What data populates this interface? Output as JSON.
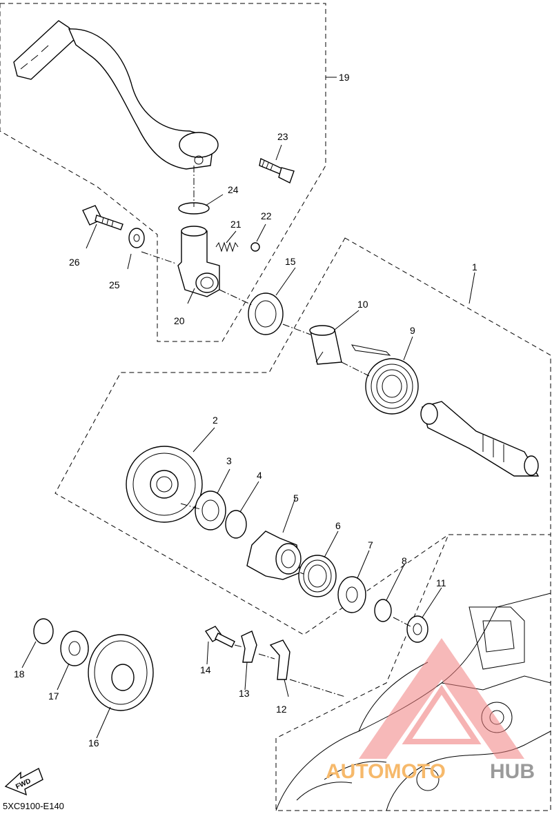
{
  "diagram": {
    "code": "5XC9100-E140",
    "fwd_label": "FWD",
    "callouts": {
      "c1": "1",
      "c2": "2",
      "c3": "3",
      "c4": "4",
      "c5": "5",
      "c6": "6",
      "c7": "7",
      "c8": "8",
      "c9": "9",
      "c10": "10",
      "c11": "11",
      "c12": "12",
      "c13": "13",
      "c14": "14",
      "c15": "15",
      "c16": "16",
      "c17": "17",
      "c18": "18",
      "c19": "19",
      "c20": "20",
      "c21": "21",
      "c22": "22",
      "c23": "23",
      "c24": "24",
      "c25": "25",
      "c26": "26"
    }
  },
  "watermark": {
    "part1": "AUTOMOTO",
    "part2": "HUB",
    "colors": {
      "triangle": "#f08080",
      "text_orange": "#f6b96b",
      "text_gray": "#9a9a9a"
    }
  }
}
